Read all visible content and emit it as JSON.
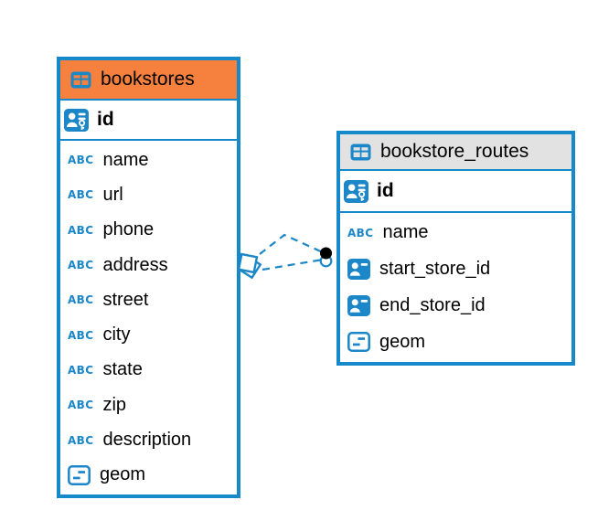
{
  "diagram": {
    "type": "entity-relationship",
    "background": "#FFFFFF"
  },
  "colors": {
    "accent_blue": "#1589C9",
    "icon_blue": "#1B87C9",
    "header_orange": "#F6813E",
    "header_gray": "#E2E2E2",
    "text": "#000000"
  },
  "icons": {
    "text_glyph": "ABC",
    "table": "table-icon",
    "primary_key": "id-card-key-icon",
    "foreign_key": "id-card-icon",
    "geometry": "geometry-icon"
  },
  "tables": [
    {
      "title": "bookstores",
      "header_style": "orange",
      "primary_key": {
        "name": "id",
        "icon": "id-card-key-icon"
      },
      "columns": [
        {
          "name": "name",
          "icon": "text-icon"
        },
        {
          "name": "url",
          "icon": "text-icon"
        },
        {
          "name": "phone",
          "icon": "text-icon"
        },
        {
          "name": "address",
          "icon": "text-icon"
        },
        {
          "name": "street",
          "icon": "text-icon"
        },
        {
          "name": "city",
          "icon": "text-icon"
        },
        {
          "name": "state",
          "icon": "text-icon"
        },
        {
          "name": "zip",
          "icon": "text-icon"
        },
        {
          "name": "description",
          "icon": "text-icon"
        },
        {
          "name": "geom",
          "icon": "geometry-icon"
        }
      ]
    },
    {
      "title": "bookstore_routes",
      "header_style": "gray",
      "primary_key": {
        "name": "id",
        "icon": "id-card-key-icon"
      },
      "columns": [
        {
          "name": "name",
          "icon": "text-icon"
        },
        {
          "name": "start_store_id",
          "icon": "id-card-icon"
        },
        {
          "name": "end_store_id",
          "icon": "id-card-icon"
        },
        {
          "name": "geom",
          "icon": "geometry-icon"
        }
      ]
    }
  ],
  "relationships": [
    {
      "between": [
        "bookstores",
        "bookstore_routes"
      ],
      "line_style": "dashed",
      "from_marker": "open-square",
      "to_marker": "filled-dot"
    },
    {
      "between": [
        "bookstores",
        "bookstore_routes"
      ],
      "line_style": "dashed",
      "from_marker": "open-square",
      "to_marker": "filled-dot"
    }
  ]
}
